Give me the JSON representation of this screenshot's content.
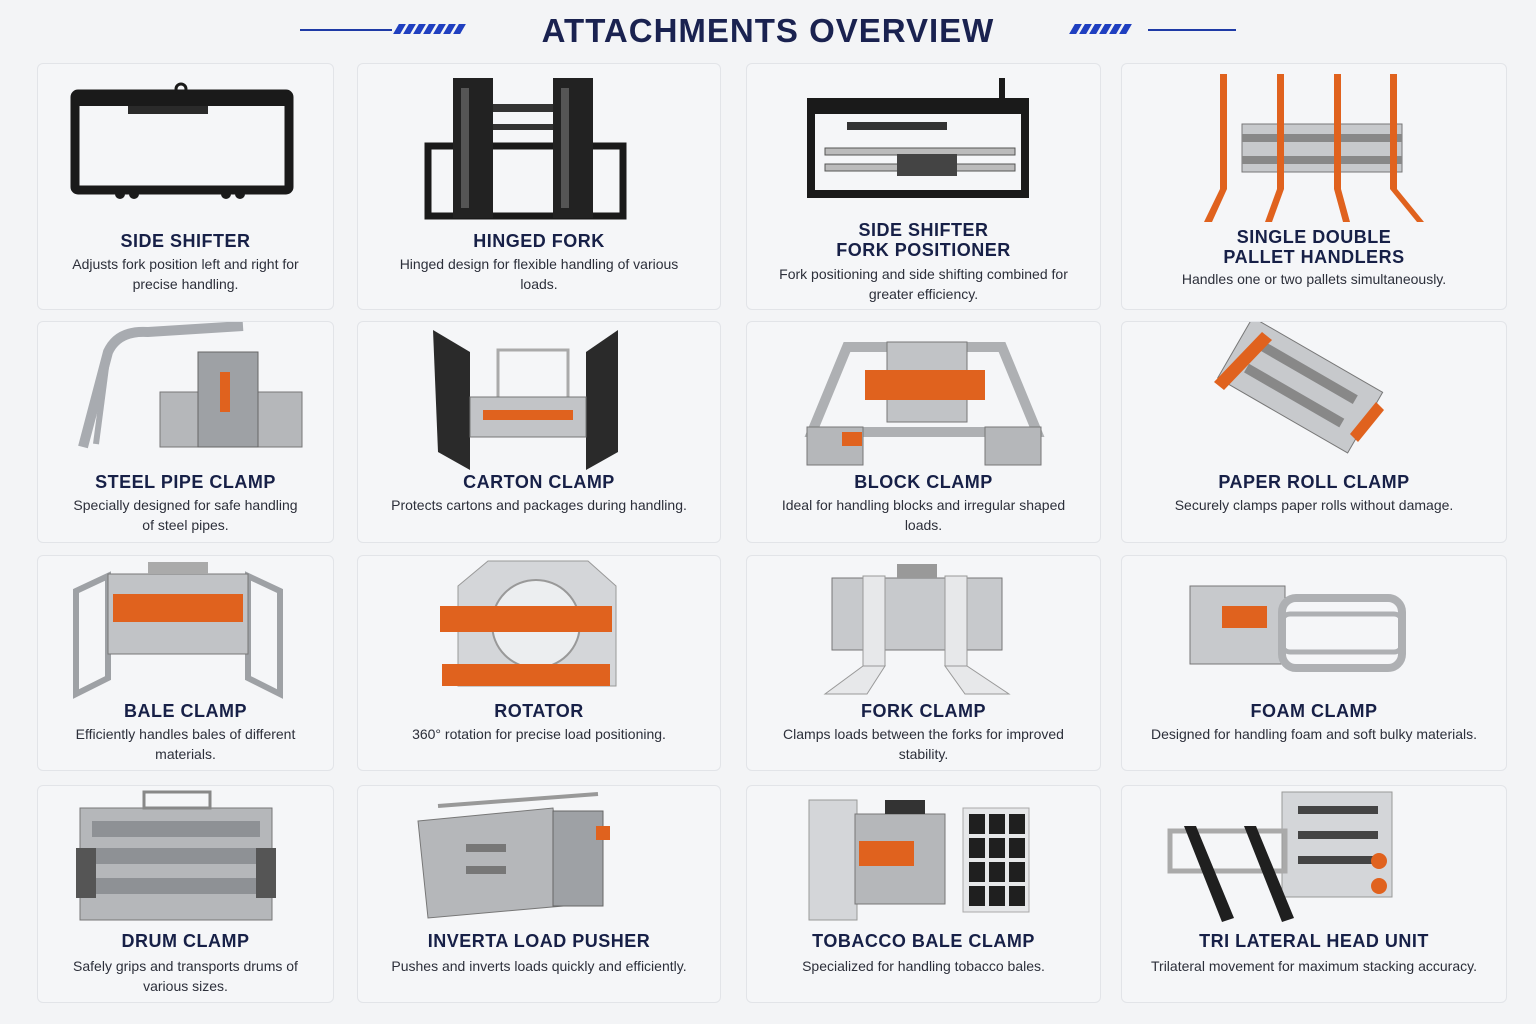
{
  "header": {
    "title": "ATTACHMENTS OVERVIEW"
  },
  "colors": {
    "accent": "#1f3fc0",
    "title": "#172047",
    "orange": "#e0621e",
    "steel": "#a8abb0",
    "dark": "#1a1a1a"
  },
  "cards": [
    {
      "title": "SIDE SHIFTER",
      "desc": "Adjusts fork position left and right for precise handling.",
      "icon": "side-shifter-icon"
    },
    {
      "title": "HINGED FORK",
      "desc": "Hinged design for flexible handling of various loads.",
      "icon": "hinged-fork-icon"
    },
    {
      "title": "SIDE SHIFTER\nFORK POSITIONER",
      "desc": "Fork positioning and side shifting combined for greater efficiency.",
      "icon": "fork-positioner-icon"
    },
    {
      "title": "SINGLE DOUBLE\nPALLET HANDLERS",
      "desc": "Handles one or two pallets simultaneously.",
      "icon": "pallet-handler-icon"
    },
    {
      "title": "STEEL PIPE CLAMP",
      "desc": "Specially designed for safe handling of steel pipes.",
      "icon": "steel-pipe-clamp-icon"
    },
    {
      "title": "CARTON CLAMP",
      "desc": "Protects cartons and packages during handling.",
      "icon": "carton-clamp-icon"
    },
    {
      "title": "BLOCK CLAMP",
      "desc": "Ideal for handling blocks and irregular shaped loads.",
      "icon": "block-clamp-icon"
    },
    {
      "title": "PAPER ROLL CLAMP",
      "desc": "Securely clamps paper rolls without damage.",
      "icon": "paper-roll-clamp-icon"
    },
    {
      "title": "BALE CLAMP",
      "desc": "Efficiently handles bales of different materials.",
      "icon": "bale-clamp-icon"
    },
    {
      "title": "ROTATOR",
      "desc": "360° rotation for precise load positioning.",
      "icon": "rotator-icon"
    },
    {
      "title": "FORK CLAMP",
      "desc": "Clamps loads between the forks for improved stability.",
      "icon": "fork-clamp-icon"
    },
    {
      "title": "FOAM CLAMP",
      "desc": "Designed for handling foam and soft bulky materials.",
      "icon": "foam-clamp-icon"
    },
    {
      "title": "DRUM CLAMP",
      "desc": "Safely grips and transports drums of various sizes.",
      "icon": "drum-clamp-icon"
    },
    {
      "title": "INVERTA LOAD PUSHER",
      "desc": "Pushes and inverts loads quickly and efficiently.",
      "icon": "load-pusher-icon"
    },
    {
      "title": "TOBACCO BALE CLAMP",
      "desc": "Specialized for handling tobacco bales.",
      "icon": "tobacco-bale-clamp-icon"
    },
    {
      "title": "TRI LATERAL HEAD UNIT",
      "desc": "Trilateral movement for maximum stacking accuracy.",
      "icon": "tri-lateral-head-icon"
    }
  ]
}
